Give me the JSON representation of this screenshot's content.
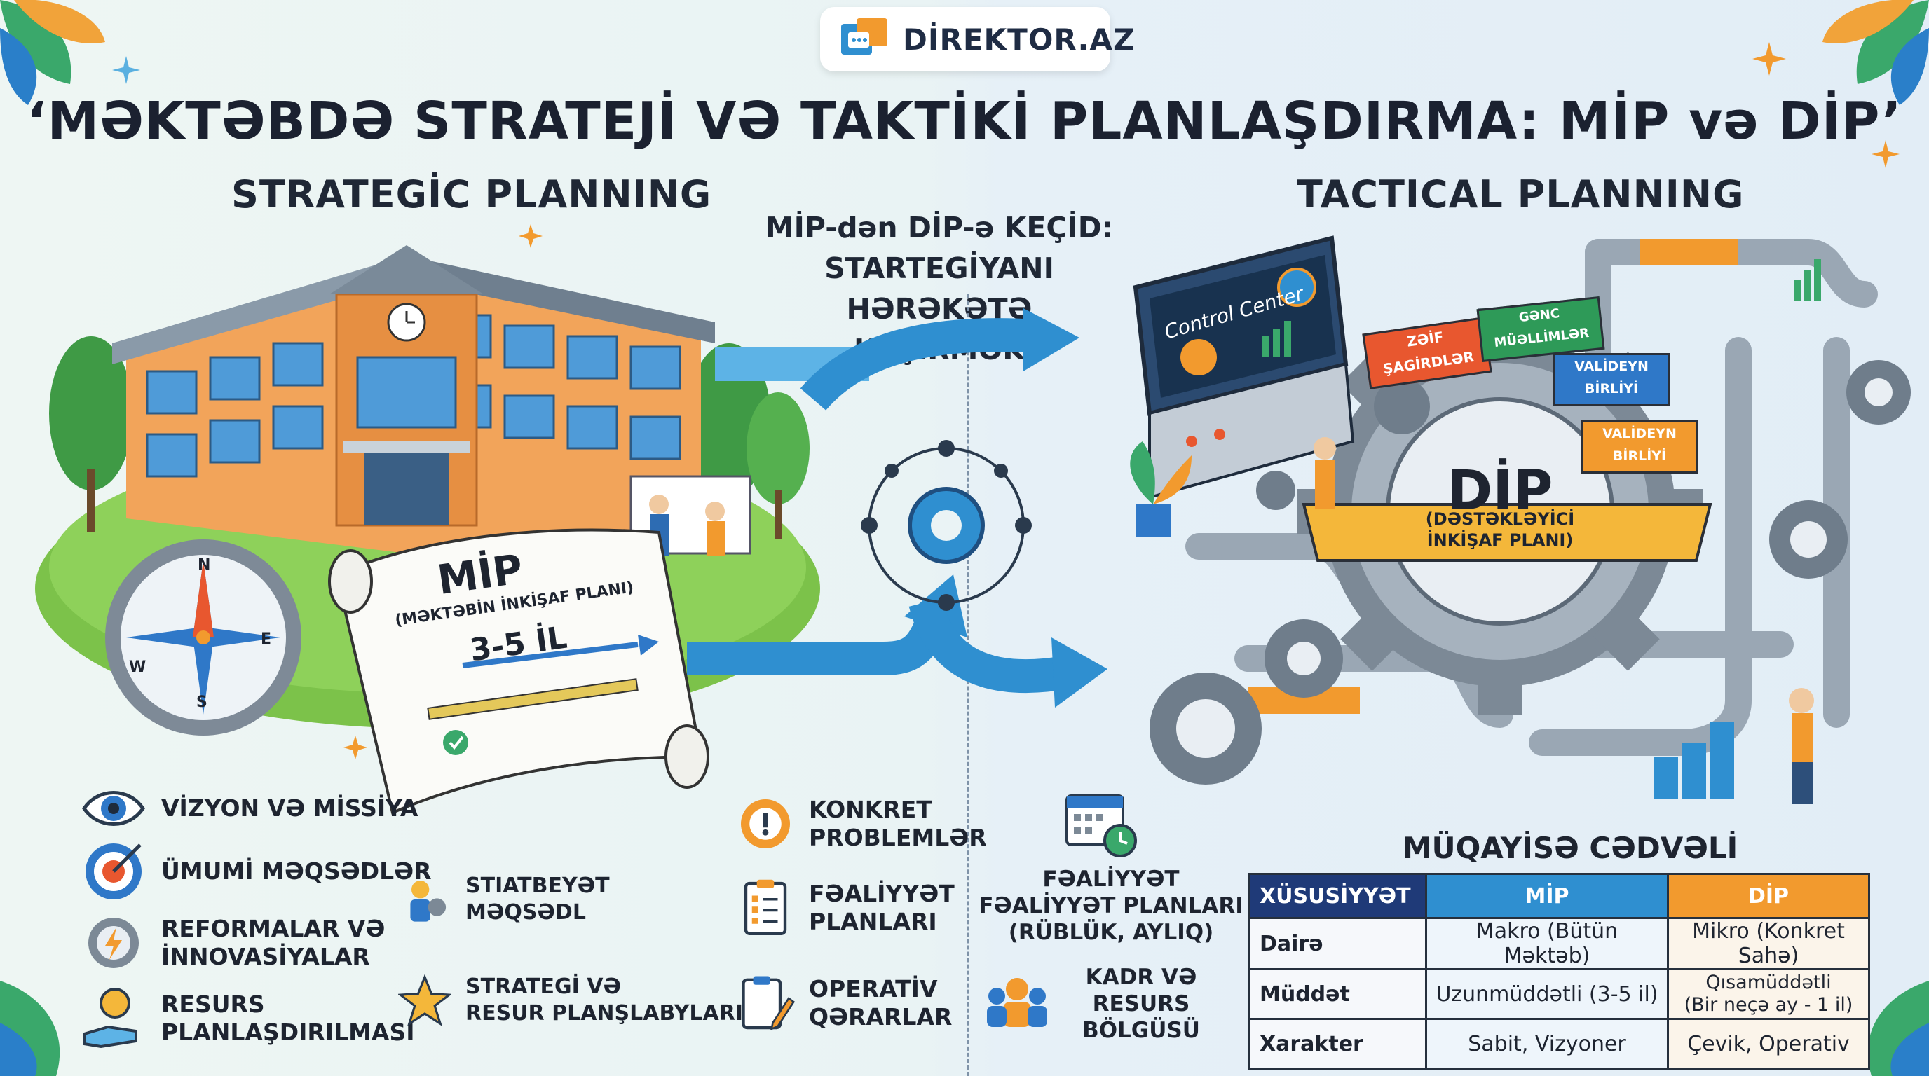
{
  "brand": {
    "name": "DİREKTOR.AZ"
  },
  "title": "‘MƏKTƏBDƏ STRATEJİ VƏ TAKTİKİ PLANLAŞDIRMA: MİP və DİP’",
  "strategic": {
    "heading": "STRATEGİC PLANNING",
    "scroll": {
      "title": "MİP",
      "subtitle": "(MƏKTƏBİN İNKİŞAF PLANI)",
      "period": "3-5 İL"
    },
    "compass": {
      "n": "N",
      "e": "E",
      "s": "S",
      "w": "W"
    },
    "features": [
      {
        "icon": "eye-icon",
        "label": "VİZYON VƏ MİSSİYA"
      },
      {
        "icon": "target-icon",
        "label": "ÜMUMİ MƏQSƏDLƏR"
      },
      {
        "icon": "gear-lightning-icon",
        "label": "REFORMALAR VƏ\nİNNOVASİYALAR"
      },
      {
        "icon": "money-hand-icon",
        "label": "RESURS\nPLANLAŞDIRILMASI"
      },
      {
        "icon": "person-gear-icon",
        "label": "STIATBEYƏT\nMƏQSƏDL"
      },
      {
        "icon": "star-icon",
        "label": "STRATEGİ VƏ\nRESUR PLANŞLABYLARI"
      }
    ]
  },
  "transition": {
    "label": "MİP-dən DİP-ə KEÇİD:\nSTARTEGİYANI HƏRƏKƏTƏ\nKEÇİRMƏK"
  },
  "middle_features": [
    {
      "icon": "warning-gear-icon",
      "label": "KONKRET\nPROBLEMLƏR"
    },
    {
      "icon": "checklist-icon",
      "label": "FƏALİYYƏT\nPLANLARI"
    },
    {
      "icon": "clipboard-pen-icon",
      "label": "OPERATİV\nQƏRARLAR"
    }
  ],
  "tactical": {
    "heading": "TACTICAL PLANNING",
    "control_center": "Control Center",
    "gear": {
      "title": "DİP",
      "subtitle": "(DƏSTƏKLƏYİCİ\nİNKİŞAF PLANI)"
    },
    "tags": [
      {
        "label": "ZƏİF\nŞAGİRDLƏR",
        "color": "#e8572f"
      },
      {
        "label": "GƏNC\nMÜƏLLİMLƏR",
        "color": "#2e9a58"
      },
      {
        "label": "VALİDEYN\nBİRLİYİ",
        "color": "#2f78c8"
      },
      {
        "label": "VALİDEYN\nBİRLİYİ",
        "color": "#f29a2e"
      }
    ],
    "features": [
      {
        "icon": "calendar-clock-icon",
        "label": "FƏALİYYƏT\nFƏALİYYƏT PLANLARI\n(RÜBLÜK, AYLIQ)"
      },
      {
        "icon": "people-icon",
        "label": "KADR VƏ\nRESURS\nBÖLGÜSÜ"
      }
    ]
  },
  "comparison": {
    "title": "MÜQAYİSƏ CƏDVƏLİ",
    "headers": [
      "XÜSUSİYYƏT",
      "MİP",
      "DİP"
    ],
    "rows": [
      [
        "Dairə",
        "Makro (Bütün Məktəb)",
        "Mikro (Konkret Sahə)"
      ],
      [
        "Müddət",
        "Uzunmüddətli (3-5 il)",
        "Qısamüddətli\n(Bir neçə ay - 1 il)"
      ],
      [
        "Xarakter",
        "Sabit, Vizyoner",
        "Çevik, Operativ"
      ]
    ]
  },
  "colors": {
    "mip_blue": "#2f8fd0",
    "dip_orange": "#f29a2e",
    "navy": "#1f3a78",
    "background": "#eaf3f5"
  }
}
